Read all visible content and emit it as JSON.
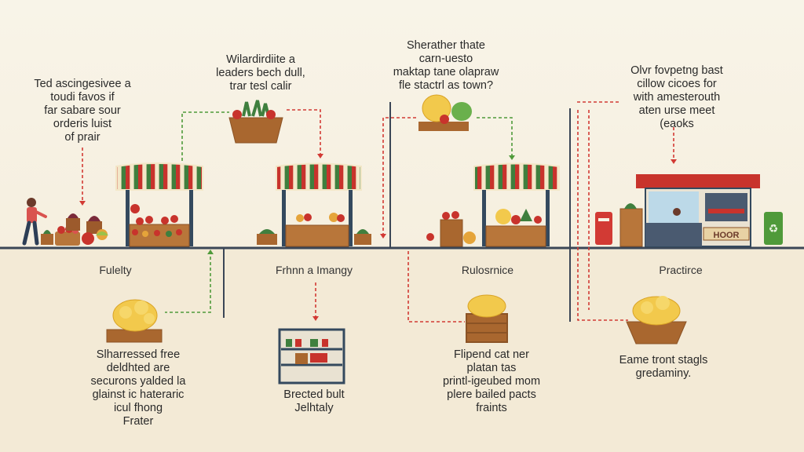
{
  "colors": {
    "background_top": "#f7f2e4",
    "background_bottom": "#f1e6cf",
    "ground_line": "#3b4656",
    "awning_red": "#c8332c",
    "awning_green": "#3f7f3e",
    "awning_cream": "#f3e7c8",
    "wood": "#b8763a",
    "dashed_red": "#d23a34",
    "dashed_green": "#4f9a3a"
  },
  "top_texts": [
    "Ted ascingesivee a\ntoudi favos if\nfar sabare sour\norderis luist\nof prair",
    "Wilardirdiite a\nleaders bech dull,\ntrar tesl calir",
    "Sherather thate\ncarn-uesto\nmaktap tane olapraw\nfle stactrl as town?",
    "Olvr fovpetng bast\ncillow cicoes for\nwith amesterouth\naten urse meet\n(eaoks"
  ],
  "section_headings": [
    "Fulelty",
    "Frhnn a Imangy",
    "Rulosrnice",
    "Practirce"
  ],
  "bottom_texts": [
    "Slharressed free\ndeldhted are\nsecurons yalded la\nglainst ic hateraric\nicul fhong\nFrater",
    "Brected bult\nJelhtaly",
    "Flipend cat ner\nplatan tas\nprintl-igeubed mom\nplere bailed pacts\nfraints",
    "Eame tront stagls\ngredaminy."
  ],
  "shop_sign": "HOOR",
  "icons": [
    "person-icon",
    "market-stall-icon",
    "vegetable-basket-icon",
    "pasta-bowl-icon",
    "kiosk-icon",
    "mailbox-icon",
    "recycling-bin-icon",
    "crate-icon",
    "shelf-icon"
  ]
}
